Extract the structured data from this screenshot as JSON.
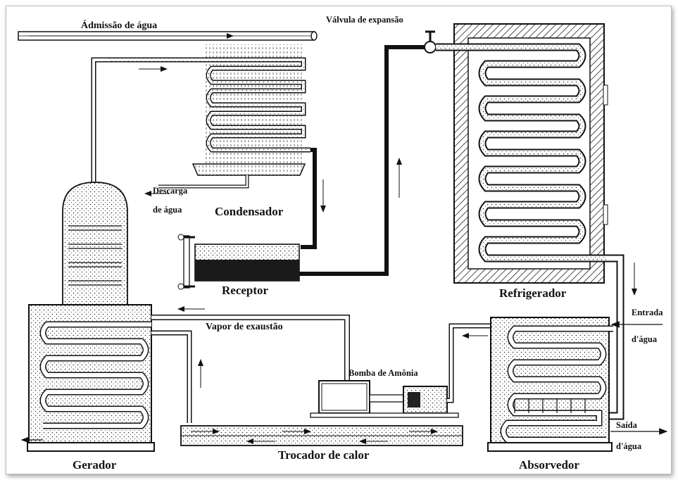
{
  "labels": {
    "admissao": "Ádmissão de água",
    "valvula": "Válvula de expansão",
    "descarga1": "Descarga",
    "descarga2": "de água",
    "condensador": "Condensador",
    "receptor": "Receptor",
    "refrigerador": "Refrigerador",
    "vapor": "Vapor de exaustão",
    "entrada1": "Entrada",
    "entrada2": "d'água",
    "bomba": "Bomba de Amônia",
    "saida1": "Saída",
    "saida2": "d'água",
    "gerador": "Gerador",
    "trocador": "Trocador de calor",
    "absorvedor": "Absorvedor"
  }
}
